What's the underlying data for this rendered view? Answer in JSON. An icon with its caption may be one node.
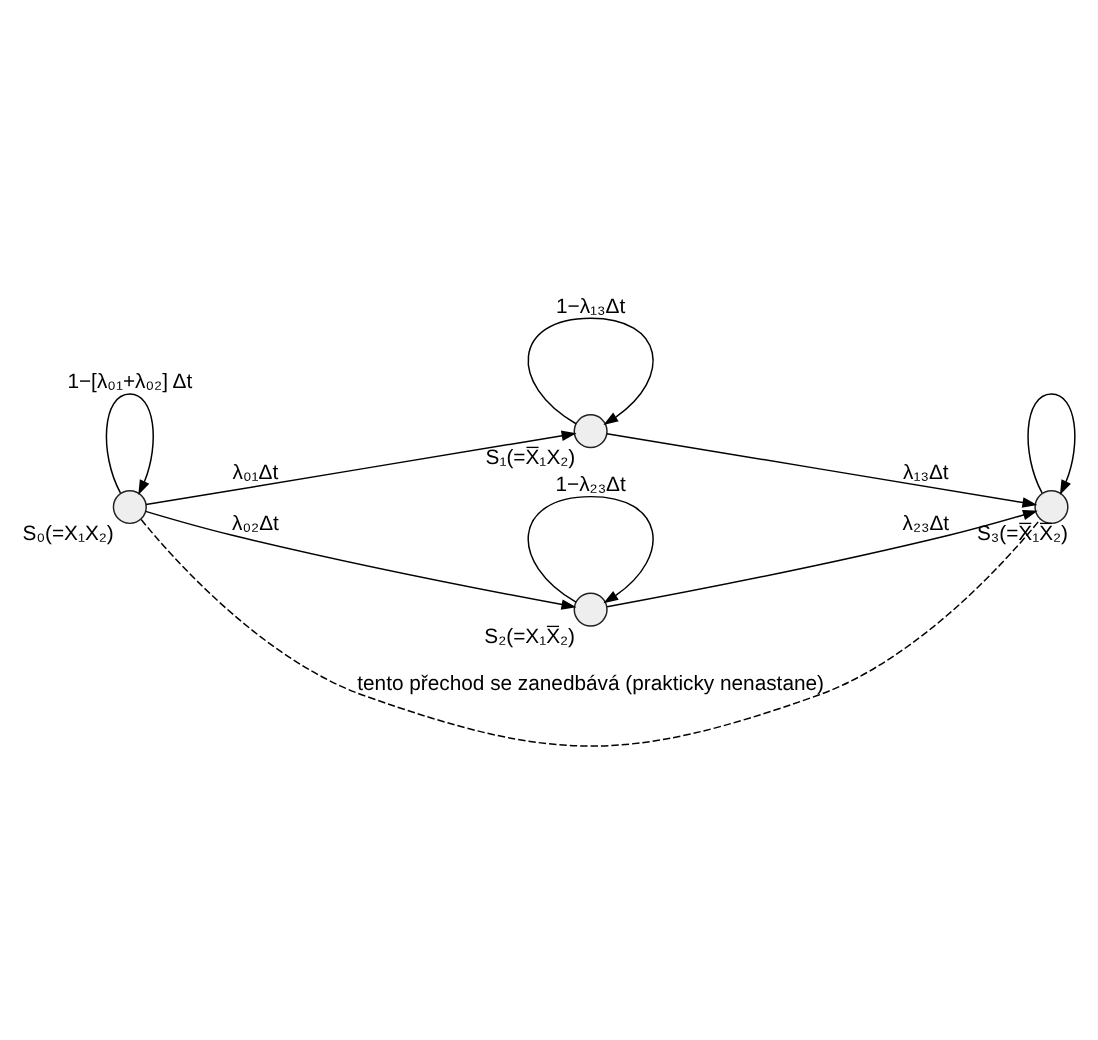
{
  "diagram": {
    "nodes": [
      {
        "text": [],
        "shape": "circle",
        "beside": [
          "S₀(=X₁X₂)"
        ]
      },
      {
        "text": [],
        "shape": "circle",
        "beside": [
          "S₁(=X̅₁X₂)"
        ]
      },
      {
        "text": [],
        "shape": "circle",
        "beside": [
          "S₂(=X₁X̅₂)"
        ]
      },
      {
        "text": [],
        "shape": "circle",
        "beside": [
          "S₃(=X̅₁X̅₂)"
        ]
      }
    ],
    "edges": [
      {
        "from": 0,
        "to": 0,
        "arrow": "to",
        "label": "1−[λ₀₁+λ₀₂] Δt"
      },
      {
        "from": 0,
        "to": 1,
        "arrow": "to",
        "label": "λ₀₁Δt"
      },
      {
        "from": 0,
        "to": 2,
        "arrow": "to",
        "label": "λ₀₂Δt"
      },
      {
        "from": 1,
        "to": 1,
        "arrow": "to",
        "label": "1−λ₁₃Δt"
      },
      {
        "from": 1,
        "to": 3,
        "arrow": "to",
        "label": "λ₁₃Δt"
      },
      {
        "from": 2,
        "to": 2,
        "arrow": "to",
        "label": "1−λ₂₃Δt"
      },
      {
        "from": 2,
        "to": 3,
        "arrow": "to",
        "label": "λ₂₃Δt"
      },
      {
        "from": 3,
        "to": 3,
        "arrow": "to"
      },
      {
        "from": 0,
        "to": 3,
        "arrow": "none",
        "style": "dashed",
        "label": "tento přechod se zanedbává (prakticky nenastane)"
      }
    ]
  }
}
